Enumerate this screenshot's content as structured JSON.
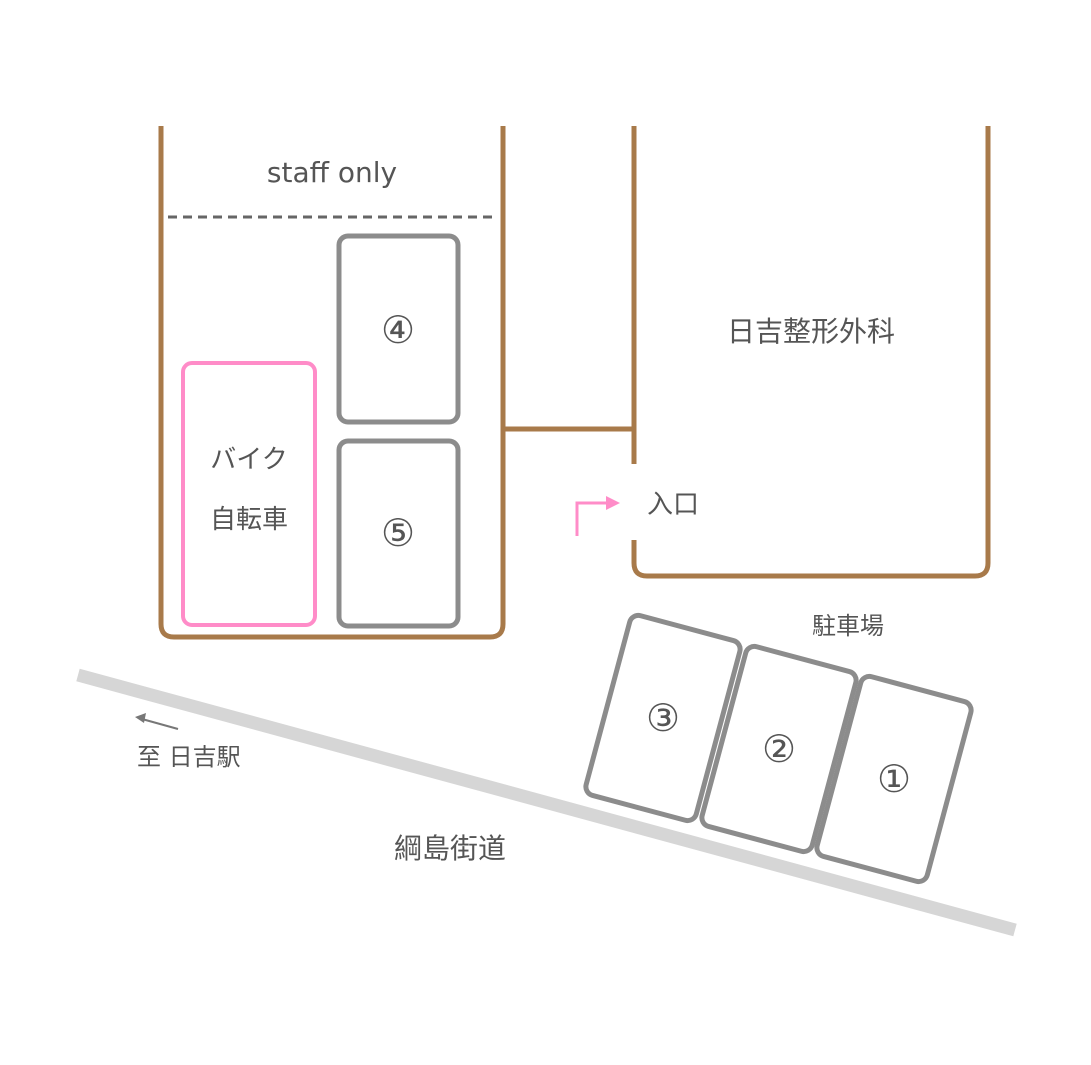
{
  "labels": {
    "staff_only": "staff only",
    "clinic_name": "日吉整形外科",
    "entrance": "入口",
    "bike_line1": "バイク",
    "bike_line2": "自転車",
    "parking": "駐車場",
    "to_station": "至 日吉駅",
    "road_name": "綱島街道"
  },
  "spaces": {
    "s1": "①",
    "s2": "②",
    "s3": "③",
    "s4": "④",
    "s5": "⑤"
  },
  "colors": {
    "building_wall": "#a87a4a",
    "parking_space": "#8c8c8c",
    "bike_area": "#ff8cc8",
    "road": "#d6d6d6",
    "entrance_arrow": "#ff8cc8",
    "text": "#555555"
  },
  "icons": {
    "entrance_arrow": "right-turn-arrow-icon",
    "station_direction": "left-arrow-icon"
  }
}
